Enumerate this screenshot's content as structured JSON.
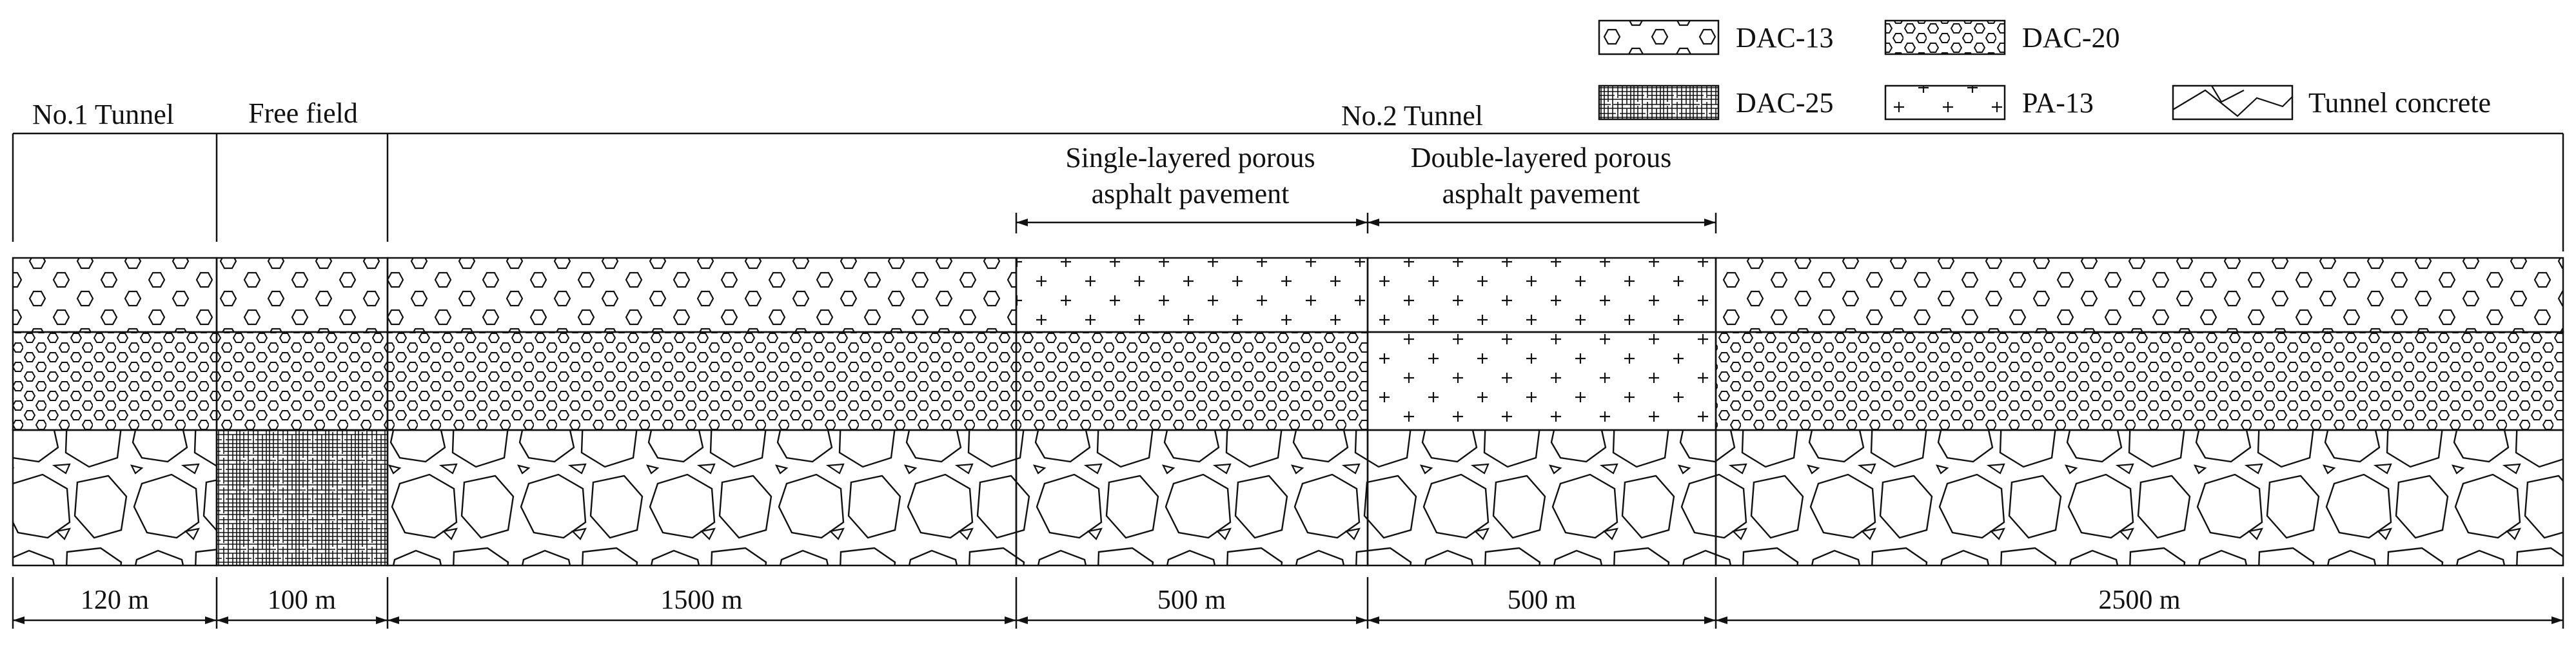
{
  "legend": {
    "dac13": "DAC-13",
    "dac20": "DAC-20",
    "dac25": "DAC-25",
    "pa13": "PA-13",
    "tunnel": "Tunnel concrete"
  },
  "headers": {
    "no1_tunnel": "No.1 Tunnel",
    "free_field": "Free field",
    "no2_tunnel": "No.2 Tunnel",
    "single_line1": "Single-layered porous",
    "single_line2": "asphalt pavement",
    "double_line1": "Double-layered porous",
    "double_line2": "asphalt pavement"
  },
  "lengths": [
    "120 m",
    "100 m",
    "1500 m",
    "500 m",
    "500 m",
    "2500 m"
  ],
  "materials": {
    "top": [
      "DAC-13",
      "DAC-13",
      "DAC-13",
      "PA-13",
      "PA-13",
      "DAC-13"
    ],
    "middle": [
      "DAC-20",
      "DAC-20",
      "DAC-20",
      "DAC-20",
      "PA-13",
      "DAC-20"
    ],
    "bottom": [
      "Tunnel concrete",
      "DAC-25",
      "Tunnel concrete",
      "Tunnel concrete",
      "Tunnel concrete",
      "Tunnel concrete"
    ]
  }
}
